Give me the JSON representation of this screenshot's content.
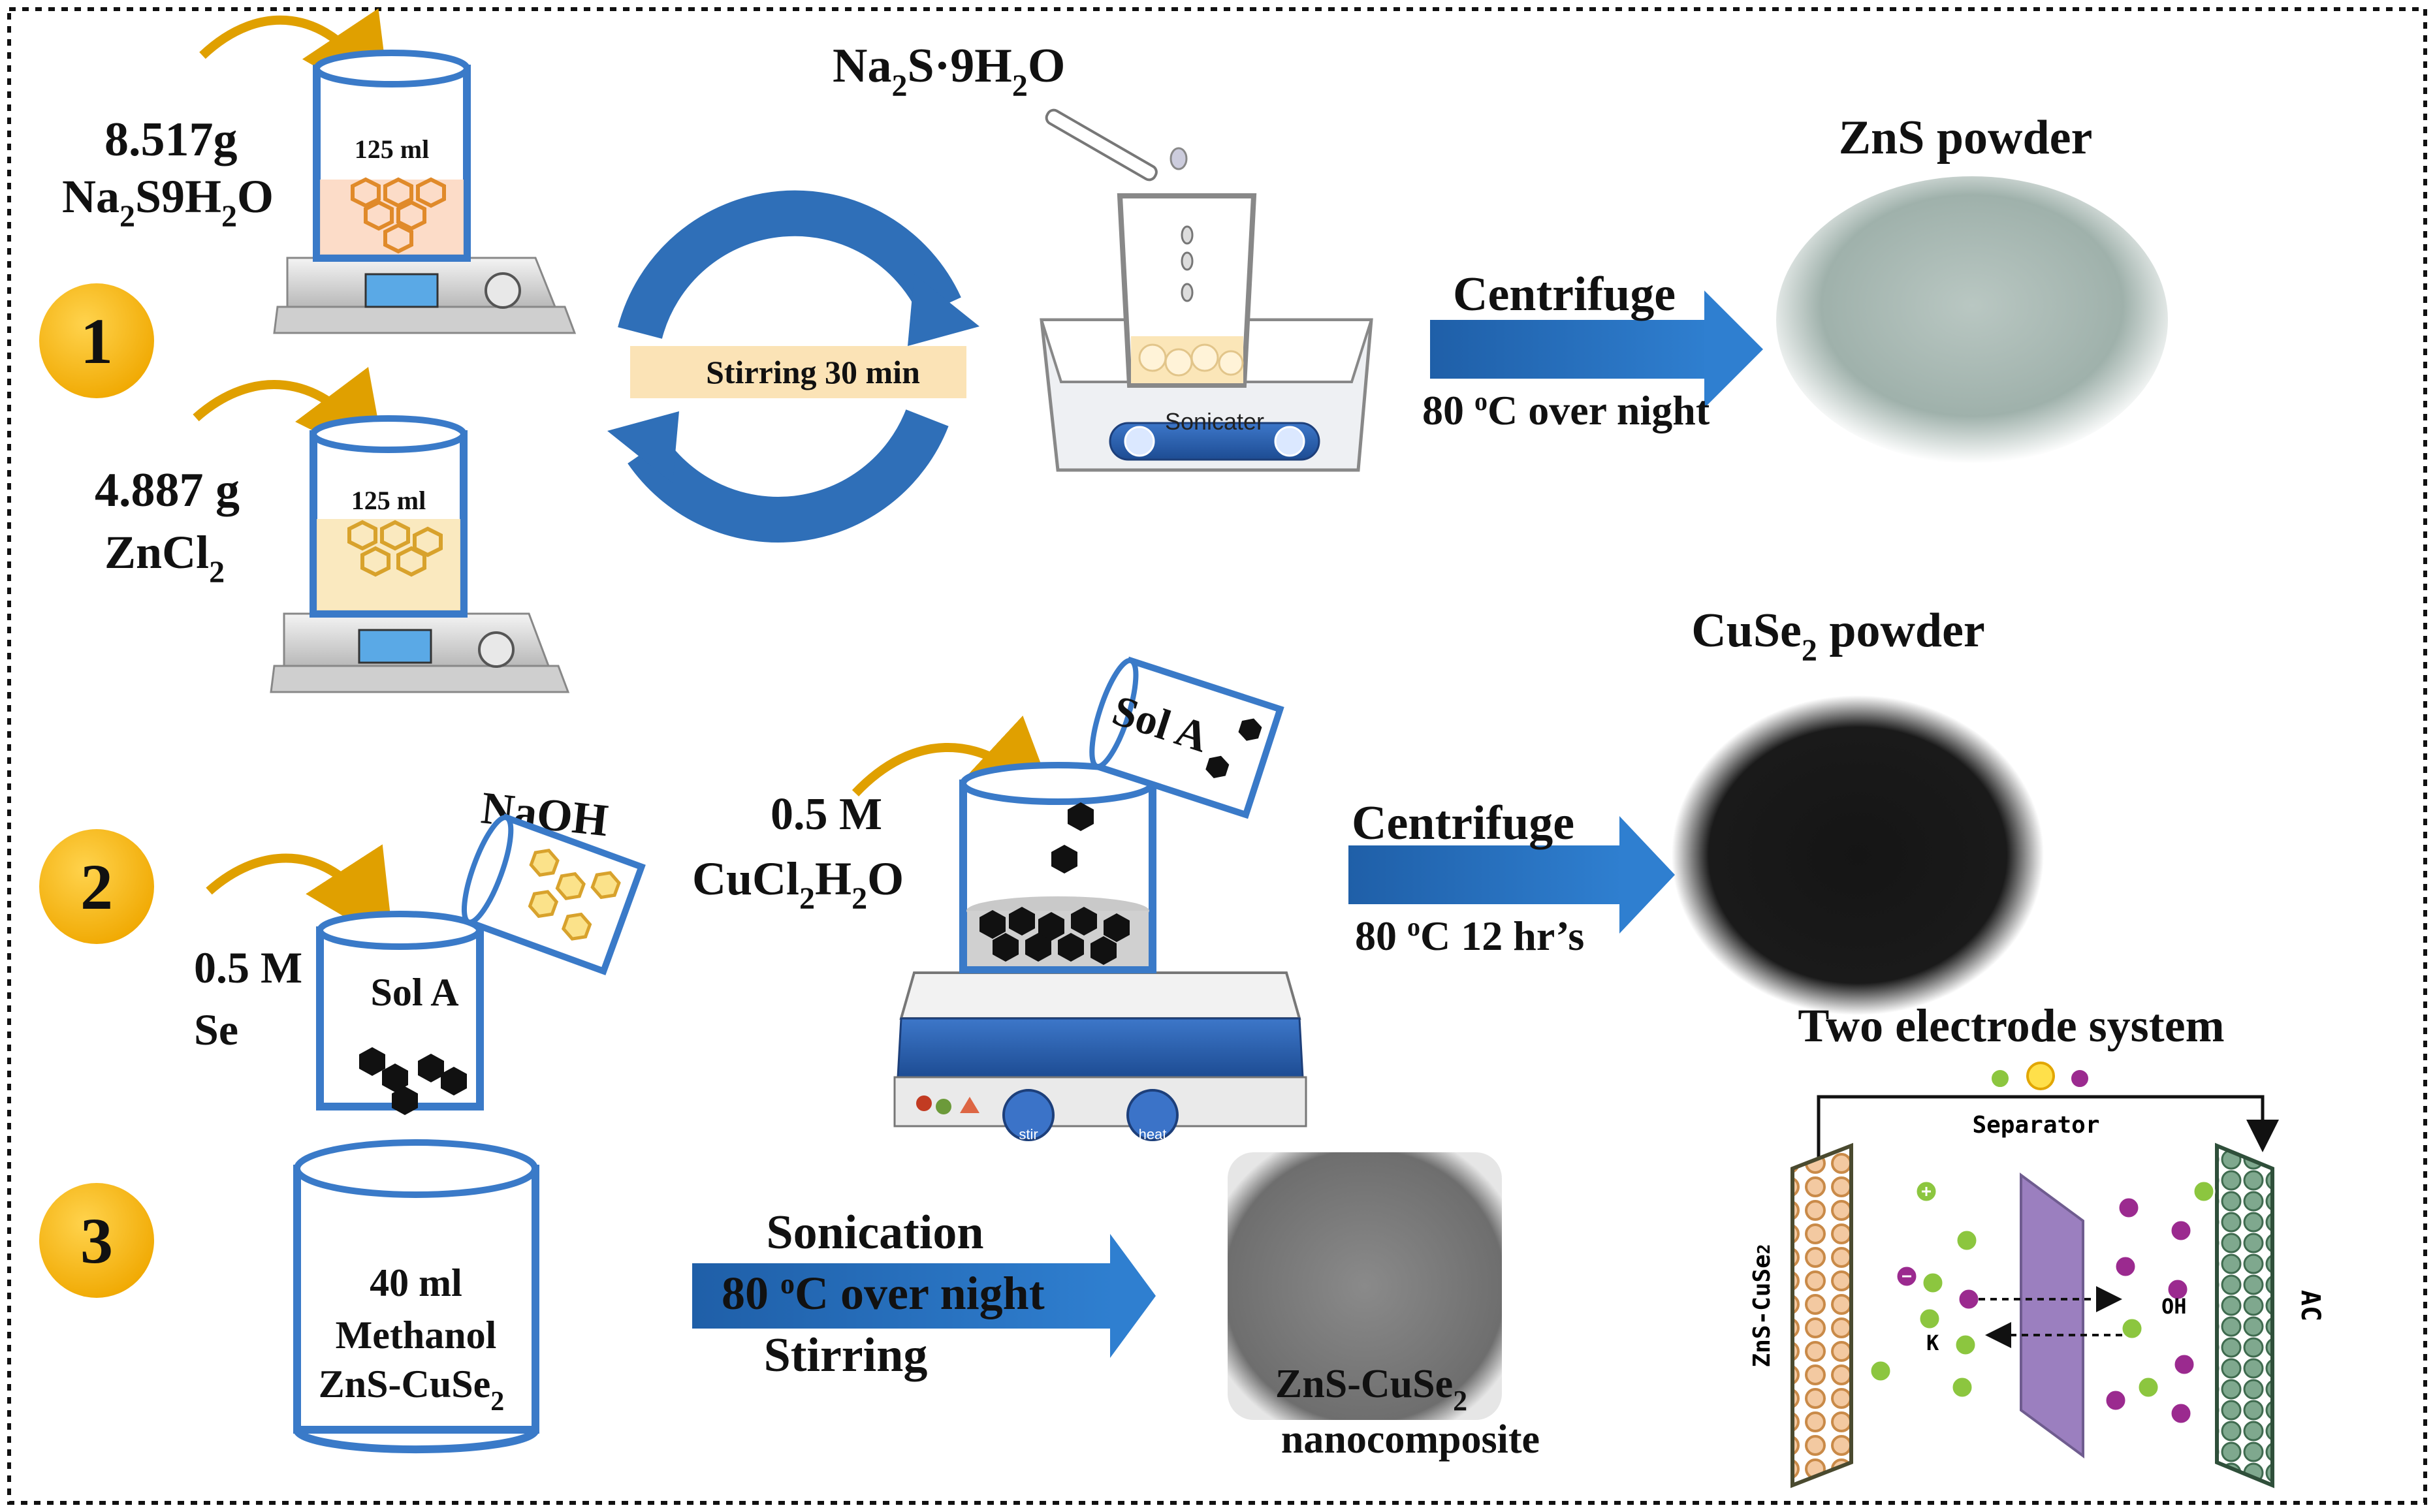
{
  "colors": {
    "border": "#111111",
    "step_badge": "#f5b301",
    "arrow_blue": "#2f6fb8",
    "red_text": "#e60000",
    "beaker_outline": "#3a7ac8",
    "hexagon_gold": "#e9b23a",
    "plus_ion": "#8cc63f",
    "minus_ion": "#9b2a8f",
    "separator": "#9b7fbf"
  },
  "steps": [
    "1",
    "2",
    "3"
  ],
  "step1": {
    "reagent_a_amount": "8.517g",
    "reagent_a_name": "Na",
    "reagent_a_sub": "2",
    "reagent_a_rest": "S9H",
    "reagent_a_sub2": "2",
    "reagent_a_end": "O",
    "reagent_a_volume": "125 ml",
    "reagent_b_amount": "4.887 g",
    "reagent_b_name": "ZnCl",
    "reagent_b_sub": "2",
    "reagent_b_volume": "125 ml",
    "stirring_label": "Stirring 30 min",
    "dropper_reagent": "Na",
    "dropper_sub": "2",
    "dropper_rest": "S·9H",
    "dropper_sub2": "2",
    "dropper_end": "O",
    "sonicator_label": "Sonicater",
    "centrifuge_label": "Centrifuge",
    "drying_temp": "80 ",
    "drying_unit_sup": "o",
    "drying_rest": "C over night",
    "product_label": "ZnS powder"
  },
  "step2": {
    "se_amount": "0.5 M",
    "se_name": "Se",
    "beaker_label": "Sol A",
    "naoh_label": "NaOH",
    "cu_amount": "0.5 M",
    "cu_name": "CuCl",
    "cu_sub": "2",
    "cu_rest": "H",
    "cu_sub2": "2",
    "cu_end": "O",
    "tilted_beaker_label": "Sol A",
    "centrifuge_label": "Centrifuge",
    "drying_temp": "80 ",
    "drying_unit_sup": "o",
    "drying_rest": "C 12 hr’s",
    "product_label": "CuSe",
    "product_sub": "2",
    "product_rest": " powder",
    "hotplate_knob_left": "stir",
    "hotplate_knob_right": "heat"
  },
  "step3": {
    "beaker_line1": "40 ml",
    "beaker_line2": "Methanol",
    "beaker_line3": "ZnS-CuSe",
    "beaker_sub": "2",
    "process_top": "Sonication",
    "process_mid": "80 ",
    "process_mid_sup": "o",
    "process_mid_rest": "C over night",
    "process_bottom": "Stirring",
    "product_line1": "ZnS-CuSe",
    "product_sub": "2",
    "product_line2": "nanocomposite"
  },
  "device": {
    "title": "Two electrode system",
    "separator_label": "Separator",
    "left_electrode": "ZnS-CuSe",
    "left_electrode_sub": "2",
    "right_electrode": "AC",
    "ion_oh": "OH",
    "ion_k": "K"
  }
}
